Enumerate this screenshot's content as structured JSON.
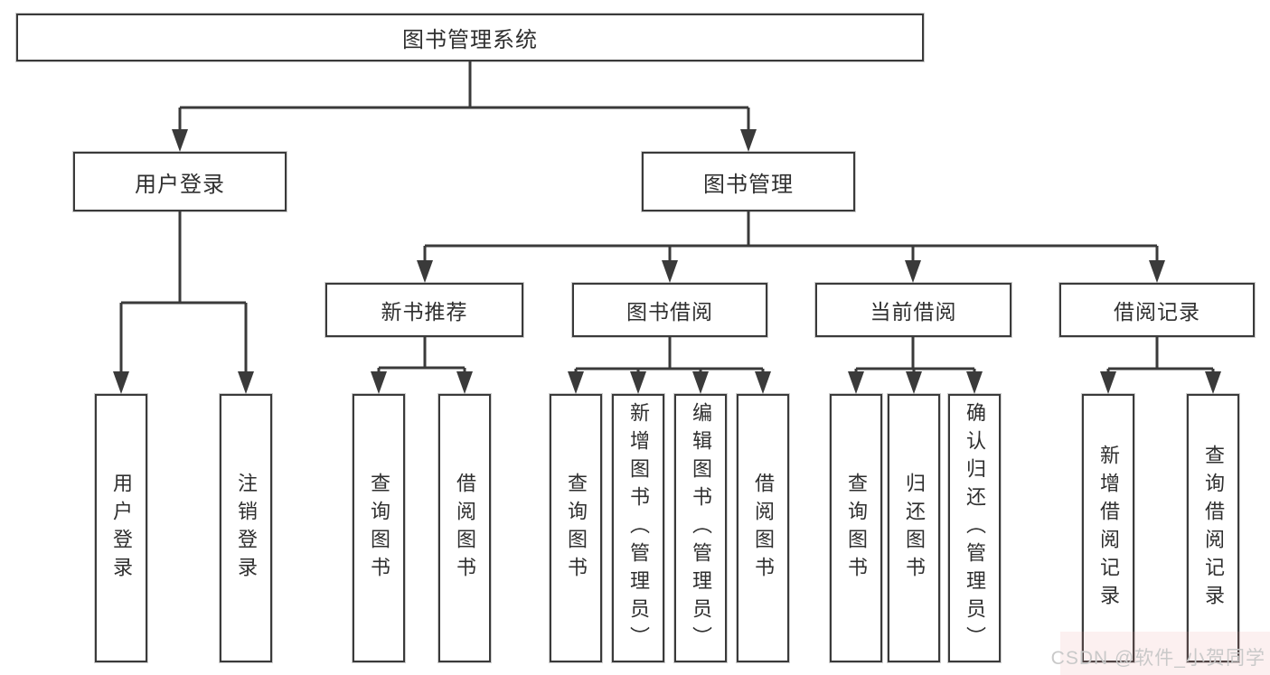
{
  "diagram": {
    "title": "图书管理系统",
    "watermark": "CSDN @软件_小贺同学",
    "colors": {
      "line": "#3a3a3a",
      "box_border": "#3a3a3a",
      "box_fill": "#ffffff",
      "text": "#2f2f2f",
      "watermark_text": "#c9c9c9"
    },
    "root": {
      "label": "图书管理系统"
    },
    "level2": [
      {
        "label": "用户登录"
      },
      {
        "label": "图书管理"
      }
    ],
    "level3": [
      {
        "label": "新书推荐"
      },
      {
        "label": "图书借阅"
      },
      {
        "label": "当前借阅"
      },
      {
        "label": "借阅记录"
      }
    ],
    "leaves": {
      "user_login": [
        {
          "label": "用户登录"
        },
        {
          "label": "注销登录"
        }
      ],
      "new_book_recommend": [
        {
          "label": "查询图书"
        },
        {
          "label": "借阅图书"
        }
      ],
      "book_borrow": [
        {
          "label": "查询图书"
        },
        {
          "label": "新增图书（管理员）"
        },
        {
          "label": "编辑图书（管理员）"
        },
        {
          "label": "借阅图书"
        }
      ],
      "current_borrow": [
        {
          "label": "查询图书"
        },
        {
          "label": "归还图书"
        },
        {
          "label": "确认归还（管理员）"
        }
      ],
      "borrow_records": [
        {
          "label": "新增借阅记录"
        },
        {
          "label": "查询借阅记录"
        }
      ]
    }
  }
}
